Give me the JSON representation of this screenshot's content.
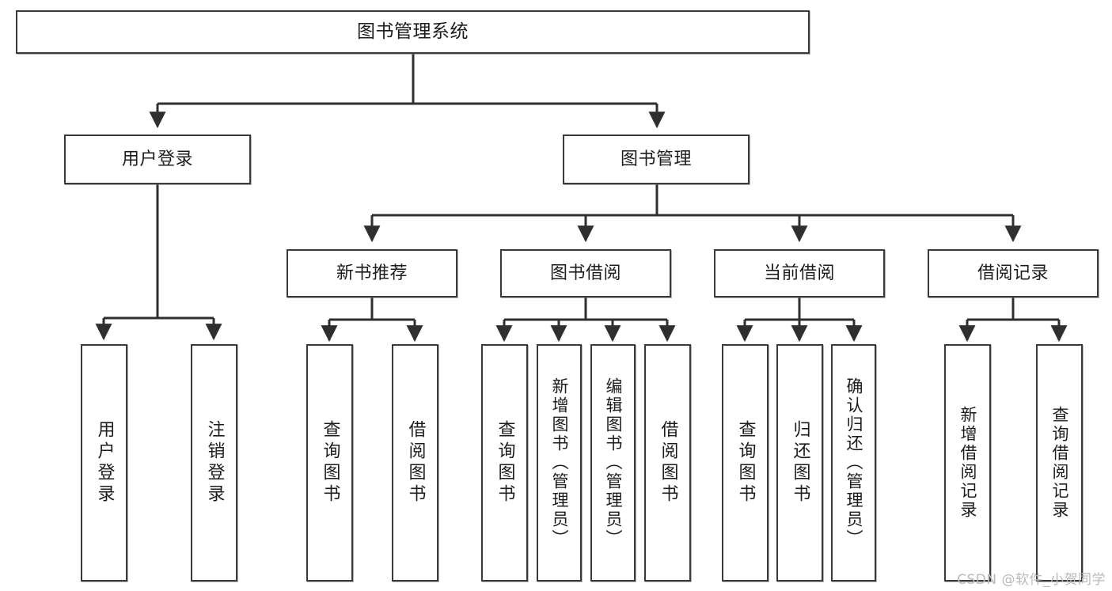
{
  "diagram": {
    "title": "图书管理系统",
    "root": {
      "id": "root",
      "label": "图书管理系统"
    },
    "level2": [
      {
        "id": "user-login",
        "label": "用户登录"
      },
      {
        "id": "book-manage",
        "label": "图书管理"
      }
    ],
    "level3": [
      {
        "id": "new-book-recommend",
        "label": "新书推荐"
      },
      {
        "id": "book-borrow",
        "label": "图书借阅"
      },
      {
        "id": "current-borrow",
        "label": "当前借阅"
      },
      {
        "id": "borrow-record",
        "label": "借阅记录"
      }
    ],
    "leaves": {
      "user_login": [
        {
          "id": "leaf-user-login",
          "label": "用户登录"
        },
        {
          "id": "leaf-logout",
          "label": "注销登录"
        }
      ],
      "new_book_recommend": [
        {
          "id": "leaf-query-book-1",
          "label": "查询图书"
        },
        {
          "id": "leaf-borrow-book-1",
          "label": "借阅图书"
        }
      ],
      "book_borrow": [
        {
          "id": "leaf-query-book-2",
          "label": "查询图书"
        },
        {
          "id": "leaf-add-book",
          "label": "新增图书（管理员）"
        },
        {
          "id": "leaf-edit-book",
          "label": "编辑图书（管理员）"
        },
        {
          "id": "leaf-borrow-book-2",
          "label": "借阅图书"
        }
      ],
      "current_borrow": [
        {
          "id": "leaf-query-book-3",
          "label": "查询图书"
        },
        {
          "id": "leaf-return-book",
          "label": "归还图书"
        },
        {
          "id": "leaf-confirm-return",
          "label": "确认归还（管理员）"
        }
      ],
      "borrow_record": [
        {
          "id": "leaf-add-record",
          "label": "新增借阅记录"
        },
        {
          "id": "leaf-query-record",
          "label": "查询借阅记录"
        }
      ]
    }
  },
  "watermark": {
    "text": "CSDN @软件_小贺同学"
  },
  "colors": {
    "border": "#3a3a3a",
    "text": "#1c1c1c",
    "background": "#ffffff",
    "watermark": "#b9b9b9"
  }
}
